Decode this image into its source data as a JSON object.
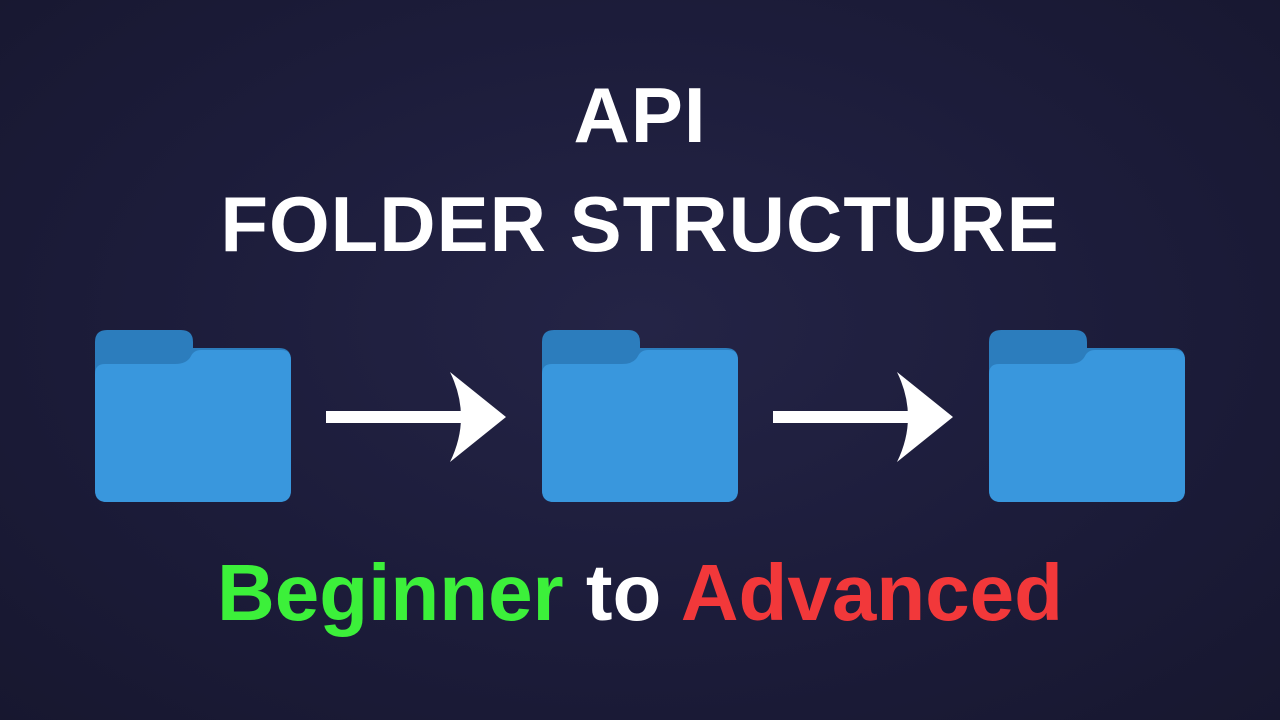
{
  "title": {
    "line1": "API",
    "line2": "FOLDER STRUCTURE"
  },
  "diagram": {
    "folders": [
      {
        "icon": "folder-icon"
      },
      {
        "icon": "folder-icon"
      },
      {
        "icon": "folder-icon"
      }
    ],
    "arrows": [
      {
        "icon": "arrow-right-icon"
      },
      {
        "icon": "arrow-right-icon"
      }
    ]
  },
  "subtitle": {
    "word1": "Beginner",
    "word2": " to ",
    "word3": "Advanced"
  },
  "colors": {
    "background": "#1c1c3a",
    "title": "#ffffff",
    "folder_front": "#3997dd",
    "folder_back": "#2c7dbd",
    "beginner": "#3cf03a",
    "to": "#ffffff",
    "advanced": "#f2383a"
  }
}
